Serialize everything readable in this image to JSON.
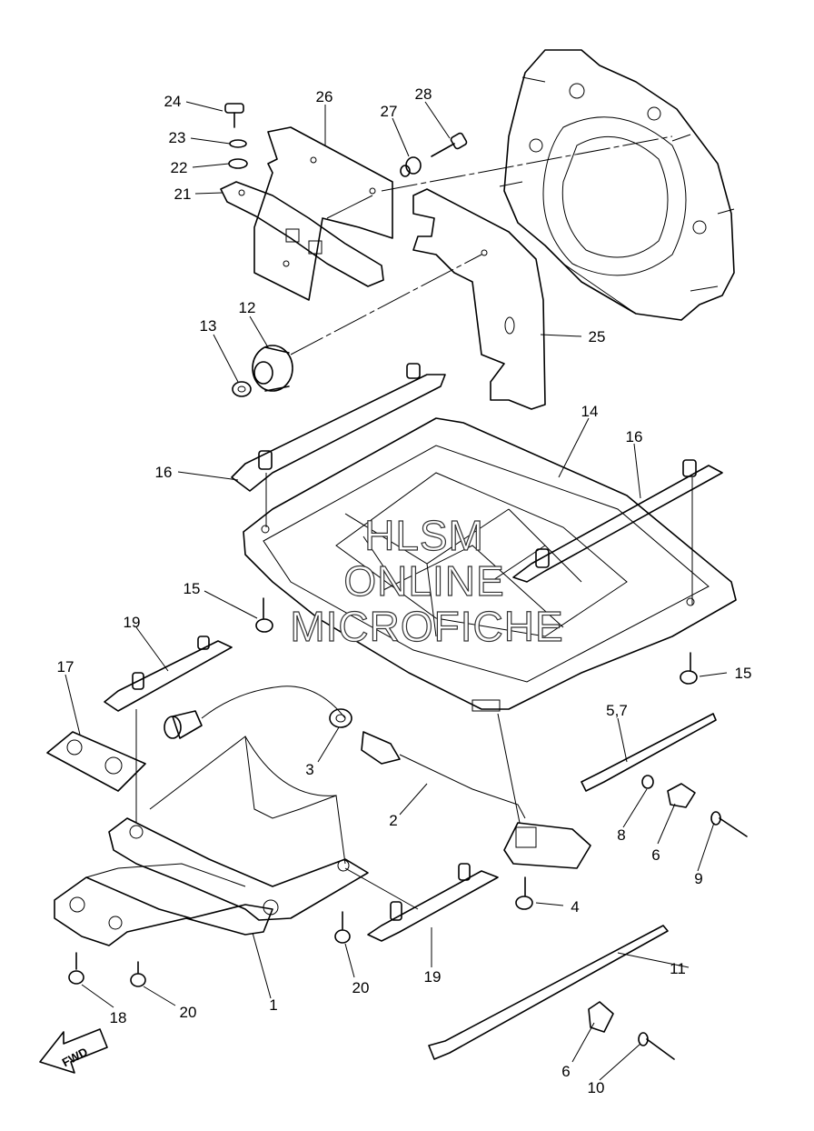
{
  "watermark": {
    "line1": "HLSM",
    "line2": "ONLINE",
    "line3": "MICROFICHE"
  },
  "fwd_label": "FWD",
  "callouts": {
    "c1": "1",
    "c2": "2",
    "c3": "3",
    "c4": "4",
    "c57": "5,7",
    "c6a": "6",
    "c6b": "6",
    "c8": "8",
    "c9": "9",
    "c10": "10",
    "c11": "11",
    "c12": "12",
    "c13": "13",
    "c14": "14",
    "c15a": "15",
    "c15b": "15",
    "c16a": "16",
    "c16b": "16",
    "c17": "17",
    "c18": "18",
    "c19a": "19",
    "c19b": "19",
    "c20a": "20",
    "c20b": "20",
    "c21": "21",
    "c22": "22",
    "c23": "23",
    "c24": "24",
    "c25": "25",
    "c26": "26",
    "c27": "27",
    "c28": "28"
  }
}
